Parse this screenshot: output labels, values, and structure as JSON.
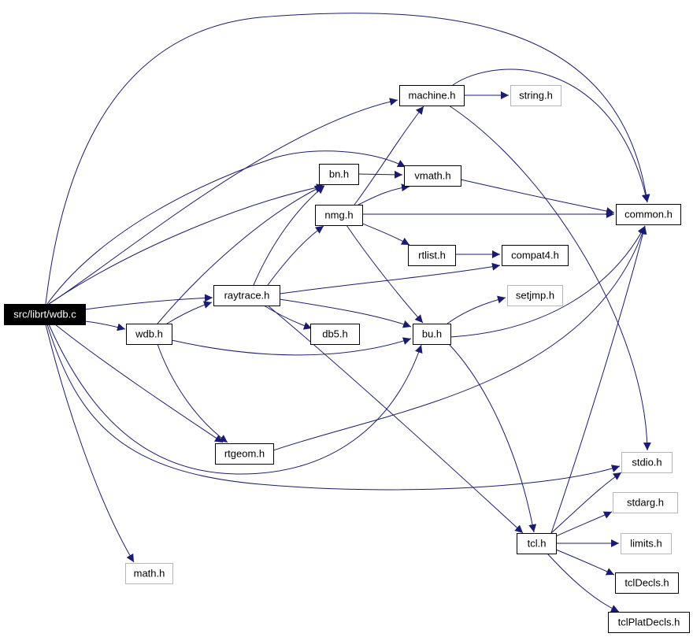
{
  "colors": {
    "edge": "#1b1b72",
    "node_border": "#000000",
    "node_border_system": "#b7b7b7",
    "root_fill": "#000000",
    "root_text": "#ffffff",
    "text": "#000000"
  },
  "diagram": {
    "nodes": [
      {
        "id": "wdb_c",
        "label": "src/librt/wdb.c",
        "kind": "root"
      },
      {
        "id": "machine_h",
        "label": "machine.h",
        "kind": "project"
      },
      {
        "id": "string_h",
        "label": "string.h",
        "kind": "system"
      },
      {
        "id": "bn_h",
        "label": "bn.h",
        "kind": "project"
      },
      {
        "id": "vmath_h",
        "label": "vmath.h",
        "kind": "project"
      },
      {
        "id": "nmg_h",
        "label": "nmg.h",
        "kind": "project"
      },
      {
        "id": "common_h",
        "label": "common.h",
        "kind": "project"
      },
      {
        "id": "rtlist_h",
        "label": "rtlist.h",
        "kind": "project"
      },
      {
        "id": "compat4_h",
        "label": "compat4.h",
        "kind": "project"
      },
      {
        "id": "raytrace_h",
        "label": "raytrace.h",
        "kind": "project"
      },
      {
        "id": "setjmp_h",
        "label": "setjmp.h",
        "kind": "system"
      },
      {
        "id": "wdb_h",
        "label": "wdb.h",
        "kind": "project"
      },
      {
        "id": "db5_h",
        "label": "db5.h",
        "kind": "project"
      },
      {
        "id": "bu_h",
        "label": "bu.h",
        "kind": "project"
      },
      {
        "id": "rtgeom_h",
        "label": "rtgeom.h",
        "kind": "project"
      },
      {
        "id": "stdio_h",
        "label": "stdio.h",
        "kind": "system"
      },
      {
        "id": "stdarg_h",
        "label": "stdarg.h",
        "kind": "system"
      },
      {
        "id": "tcl_h",
        "label": "tcl.h",
        "kind": "project"
      },
      {
        "id": "limits_h",
        "label": "limits.h",
        "kind": "system"
      },
      {
        "id": "math_h",
        "label": "math.h",
        "kind": "system"
      },
      {
        "id": "tclDecls_h",
        "label": "tclDecls.h",
        "kind": "project"
      },
      {
        "id": "tclPlatDecls_h",
        "label": "tclPlatDecls.h",
        "kind": "project"
      }
    ],
    "edges": [
      {
        "from": "wdb_c",
        "to": "machine_h"
      },
      {
        "from": "wdb_c",
        "to": "common_h"
      },
      {
        "from": "wdb_c",
        "to": "bn_h"
      },
      {
        "from": "wdb_c",
        "to": "vmath_h"
      },
      {
        "from": "wdb_c",
        "to": "raytrace_h"
      },
      {
        "from": "wdb_c",
        "to": "wdb_h"
      },
      {
        "from": "wdb_c",
        "to": "rtgeom_h"
      },
      {
        "from": "wdb_c",
        "to": "bu_h"
      },
      {
        "from": "wdb_c",
        "to": "stdio_h"
      },
      {
        "from": "wdb_c",
        "to": "math_h"
      },
      {
        "from": "machine_h",
        "to": "string_h"
      },
      {
        "from": "machine_h",
        "to": "common_h"
      },
      {
        "from": "machine_h",
        "to": "stdio_h"
      },
      {
        "from": "bn_h",
        "to": "vmath_h"
      },
      {
        "from": "vmath_h",
        "to": "common_h"
      },
      {
        "from": "nmg_h",
        "to": "machine_h"
      },
      {
        "from": "nmg_h",
        "to": "vmath_h"
      },
      {
        "from": "nmg_h",
        "to": "common_h"
      },
      {
        "from": "nmg_h",
        "to": "rtlist_h"
      },
      {
        "from": "nmg_h",
        "to": "bu_h"
      },
      {
        "from": "rtlist_h",
        "to": "compat4_h"
      },
      {
        "from": "raytrace_h",
        "to": "bn_h"
      },
      {
        "from": "raytrace_h",
        "to": "nmg_h"
      },
      {
        "from": "raytrace_h",
        "to": "compat4_h"
      },
      {
        "from": "raytrace_h",
        "to": "db5_h"
      },
      {
        "from": "raytrace_h",
        "to": "bu_h"
      },
      {
        "from": "raytrace_h",
        "to": "tcl_h"
      },
      {
        "from": "wdb_h",
        "to": "bn_h"
      },
      {
        "from": "wdb_h",
        "to": "raytrace_h"
      },
      {
        "from": "wdb_h",
        "to": "bu_h"
      },
      {
        "from": "wdb_h",
        "to": "rtgeom_h"
      },
      {
        "from": "bu_h",
        "to": "setjmp_h"
      },
      {
        "from": "bu_h",
        "to": "common_h"
      },
      {
        "from": "bu_h",
        "to": "tcl_h"
      },
      {
        "from": "rtgeom_h",
        "to": "common_h"
      },
      {
        "from": "tcl_h",
        "to": "common_h"
      },
      {
        "from": "tcl_h",
        "to": "stdio_h"
      },
      {
        "from": "tcl_h",
        "to": "stdarg_h"
      },
      {
        "from": "tcl_h",
        "to": "limits_h"
      },
      {
        "from": "tcl_h",
        "to": "tclDecls_h"
      },
      {
        "from": "tcl_h",
        "to": "tclPlatDecls_h"
      }
    ]
  }
}
